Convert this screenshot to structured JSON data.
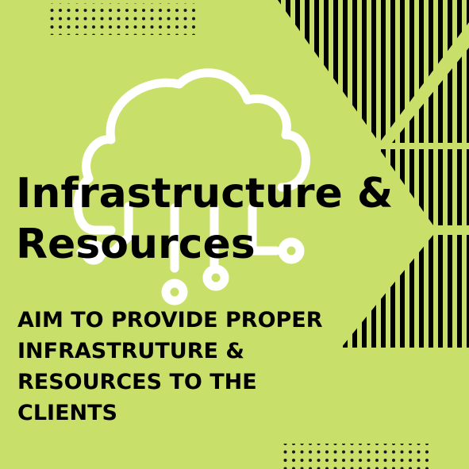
{
  "poster": {
    "title_lines": [
      "Infrastructure &",
      "Resources"
    ],
    "subtitle_lines": [
      "AIM TO PROVIDE PROPER",
      "INFRASTRUTURE &",
      "RESOURCES TO THE",
      "CLIENTS"
    ]
  },
  "colors": {
    "background": "#c8e06a",
    "ink": "#000000",
    "cloud_line": "#ffffff"
  },
  "icons": {
    "main": "cloud-network-icon",
    "decor_top": "dot-grid-pattern",
    "decor_bottom": "dot-grid-pattern",
    "decor_right": "stripe-pattern"
  }
}
